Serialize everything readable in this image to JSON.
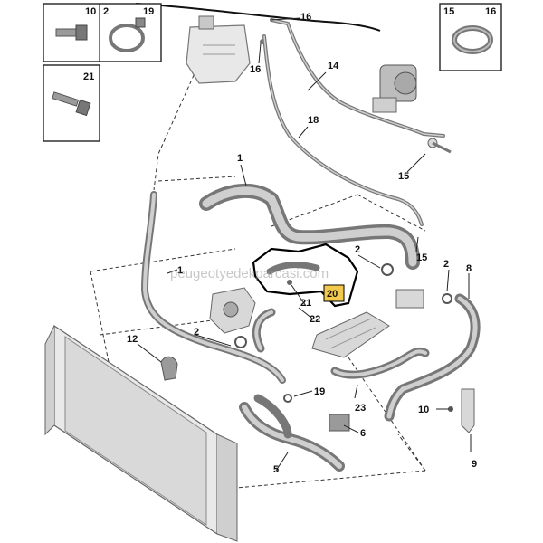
{
  "watermark": "peugeotyedekparcasi.com",
  "highlight_color": "#f2c94c",
  "callouts": {
    "c1": "1",
    "c1b": "1",
    "c2a": "2",
    "c2b": "2",
    "c2c": "2",
    "c5": "5",
    "c6": "6",
    "c8": "8",
    "c9": "9",
    "c10": "10",
    "c12": "12",
    "c14": "14",
    "c15a": "15",
    "c15b": "15",
    "c16a": "16",
    "c16b": "16",
    "c18": "18",
    "c19": "19",
    "c20": "20",
    "c21": "21",
    "c22": "22",
    "c23": "23"
  },
  "inset_boxes": {
    "box_a": {
      "num1": "10",
      "num2": "2",
      "num3": "19"
    },
    "box_b": {
      "num1": "21"
    },
    "box_c": {
      "num1": "15",
      "num2": "16"
    }
  }
}
